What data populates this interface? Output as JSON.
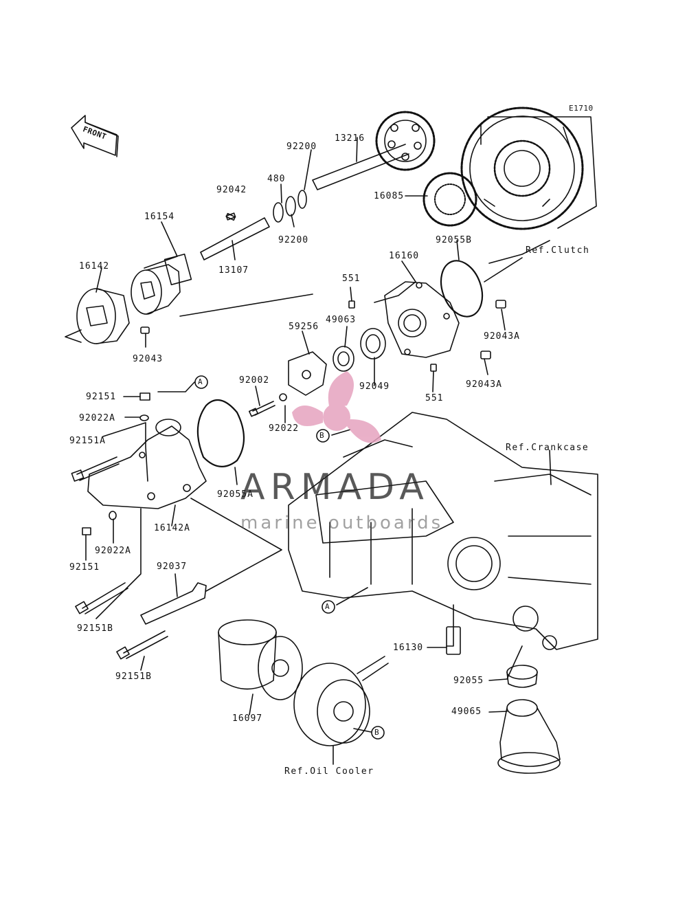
{
  "diagram": {
    "code": "E1710",
    "front_label": "FRONT",
    "callout_a": "A",
    "callout_b": "B",
    "parts": {
      "p13216": "13216",
      "p92200_top": "92200",
      "p480": "480",
      "p92042": "92042",
      "p16085": "16085",
      "p16154": "16154",
      "p92200_bottom": "92200",
      "p13107": "13107",
      "p16142": "16142",
      "p92055B": "92055B",
      "p16160": "16160",
      "p551_top": "551",
      "p49063": "49063",
      "p59256": "59256",
      "p92043A_top": "92043A",
      "p92043": "92043",
      "p92049": "92049",
      "p92043A_bottom": "92043A",
      "p92002": "92002",
      "p551_bottom": "551",
      "p92151_top": "92151",
      "p92022A_top": "92022A",
      "p92151A": "92151A",
      "p92022": "92022",
      "p92055A": "92055A",
      "p16142A": "16142A",
      "p92022A_bottom": "92022A",
      "p92151_bottom": "92151",
      "p92037": "92037",
      "p92151B_top": "92151B",
      "p16130": "16130",
      "p92151B_bottom": "92151B",
      "p92055": "92055",
      "p49065": "49065",
      "p16097": "16097"
    },
    "refs": {
      "clutch": "Ref.Clutch",
      "crankcase": "Ref.Crankcase",
      "oil_cooler": "Ref.Oil Cooler"
    }
  },
  "watermark": {
    "title": "ARMADA",
    "subtitle": "marine outboards",
    "color": "#e6a3bf"
  }
}
